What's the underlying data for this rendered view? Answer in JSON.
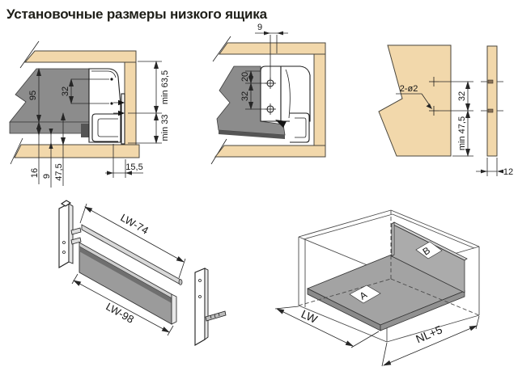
{
  "title": "Установочные размеры низкого ящика",
  "colors": {
    "wood": "#f2d8ab",
    "wood_line": "#4a463c",
    "metal": "#8c8c8c",
    "metal_dark": "#555555",
    "line": "#1e1e1e",
    "dim": "#262626"
  },
  "drawings": {
    "front_section": {
      "dim_95": "95",
      "dim_32": "32",
      "dim_min635": "min 63,5",
      "dim_min33": "min 33",
      "dim_16": "16",
      "dim_9": "9",
      "dim_475": "47,5",
      "dim_155": "15,5"
    },
    "rear_section": {
      "dim_9": "9",
      "dim_20": "20",
      "dim_32": "32"
    },
    "back_panel": {
      "holes_label": "2-ø2",
      "dim_32": "32",
      "dim_min475": "min 47,5",
      "dim_12": "12"
    },
    "front_parts": {
      "rail_label": "LW-74",
      "panel_label": "LW-98"
    },
    "assembly": {
      "bottom_label": "A",
      "back_label": "B",
      "width_label": "LW",
      "depth_label": "NL+5"
    }
  }
}
